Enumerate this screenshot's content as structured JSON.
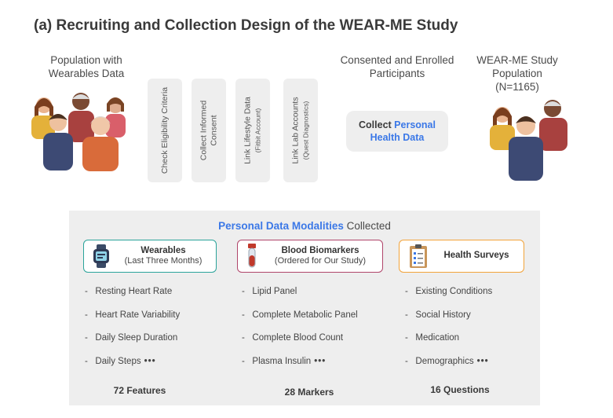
{
  "title": "(a) Recruiting and Collection Design of the WEAR-ME Study",
  "left_caption": [
    "Population with",
    "Wearables Data"
  ],
  "steps": [
    {
      "label": "Check Eligibility Criteria",
      "sub": ""
    },
    {
      "label": "Collect Informed Consent",
      "sub": ""
    },
    {
      "label": "Link Lifestyle Data",
      "sub": "(Fitbit Account)"
    },
    {
      "label": "Link Lab Accounts",
      "sub": "(Quest Diagnostics)"
    }
  ],
  "mid_caption": [
    "Consented and Enrolled",
    "Participants"
  ],
  "collect": {
    "prefix": "Collect ",
    "highlight_1": "Personal",
    "highlight_2": "Health Data"
  },
  "right_caption": [
    "WEAR-ME Study",
    "Population",
    "(N=1165)"
  ],
  "panel": {
    "title_highlight": "Personal Data Modalities",
    "title_rest": " Collected",
    "modalities": [
      {
        "name": "Wearables",
        "sub": "(Last Three Months)",
        "icon": "smartwatch-icon",
        "color": "#2aa39a",
        "items": [
          "Resting Heart Rate",
          "Heart Rate Variability",
          "Daily Sleep Duration",
          "Daily Steps"
        ],
        "more": "•••",
        "count": "72 Features"
      },
      {
        "name": "Blood Biomarkers",
        "sub": "(Ordered for Our Study)",
        "icon": "blood-vial-icon",
        "color": "#b0456a",
        "items": [
          "Lipid Panel",
          "Complete Metabolic Panel",
          "Complete Blood Count",
          "Plasma Insulin"
        ],
        "more": "•••",
        "count": "28 Markers"
      },
      {
        "name": "Health Surveys",
        "sub": "",
        "icon": "clipboard-icon",
        "color": "#f2a33a",
        "items": [
          "Existing Conditions",
          "Social History",
          "Medication",
          "Demographics"
        ],
        "more": "•••",
        "count": "16 Questions"
      }
    ]
  }
}
